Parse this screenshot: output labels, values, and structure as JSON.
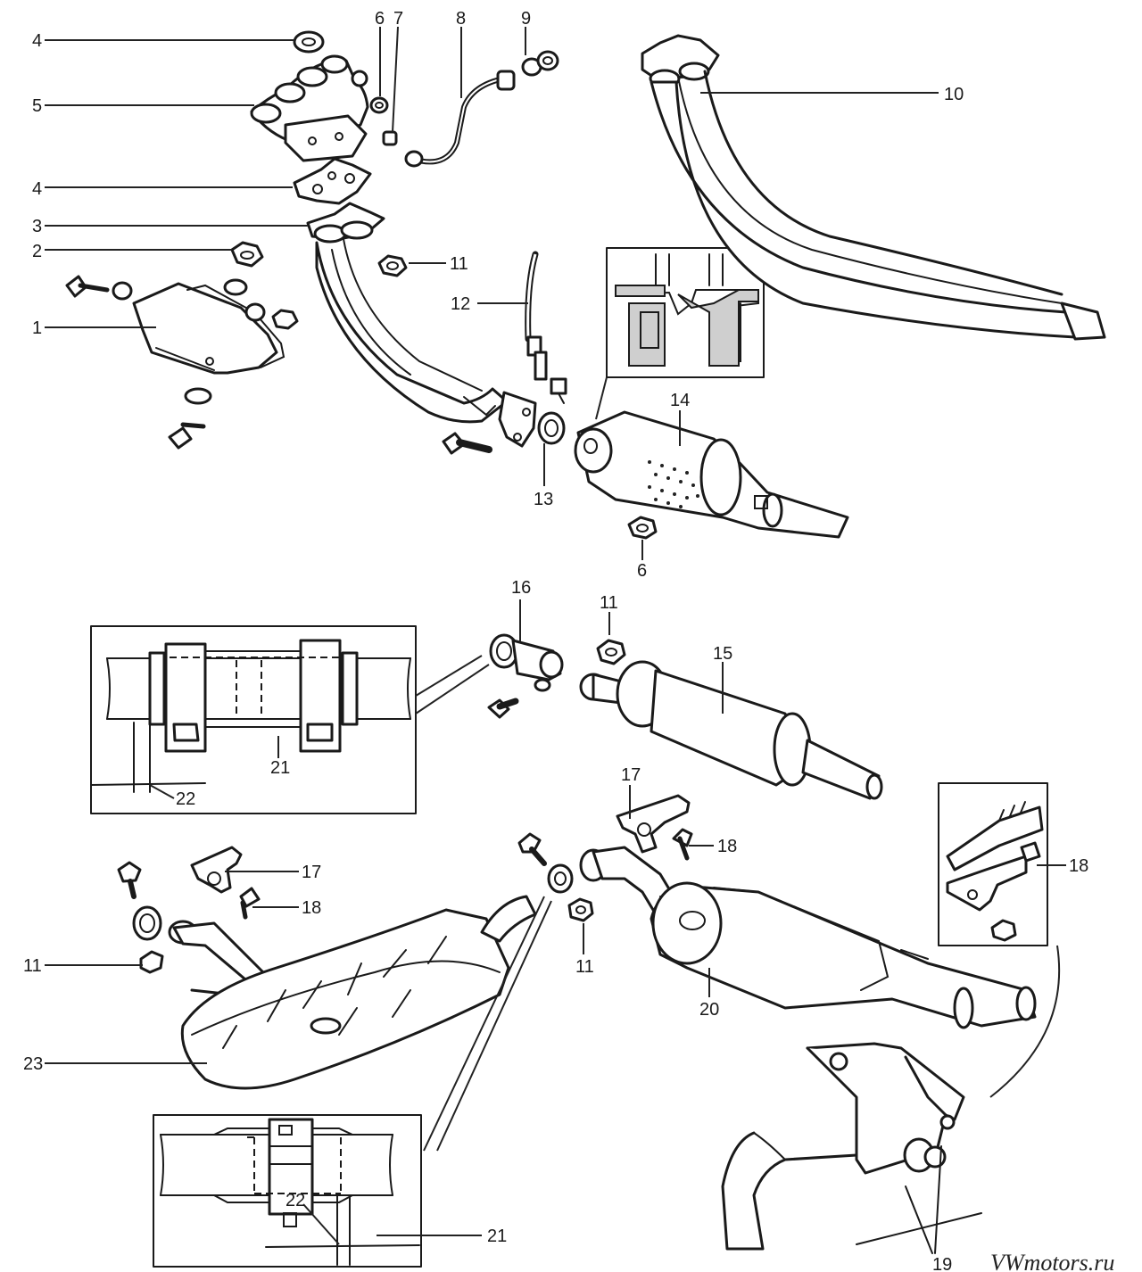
{
  "labels": {
    "l1": "1",
    "l2": "2",
    "l3": "3",
    "l4a": "4",
    "l4b": "4",
    "l5": "5",
    "l6a": "6",
    "l6b": "6",
    "l7": "7",
    "l8": "8",
    "l9": "9",
    "l10": "10",
    "l11a": "11",
    "l11b": "11",
    "l11c": "11",
    "l11d": "11",
    "l12": "12",
    "l13": "13",
    "l14": "14",
    "l15": "15",
    "l16": "16",
    "l17a": "17",
    "l17b": "17",
    "l18a": "18",
    "l18b": "18",
    "l18c": "18",
    "l19": "19",
    "l20": "20",
    "l21a": "21",
    "l21b": "21",
    "l22a": "22",
    "l22b": "22",
    "l23": "23"
  },
  "watermark": "VWmotors.ru"
}
